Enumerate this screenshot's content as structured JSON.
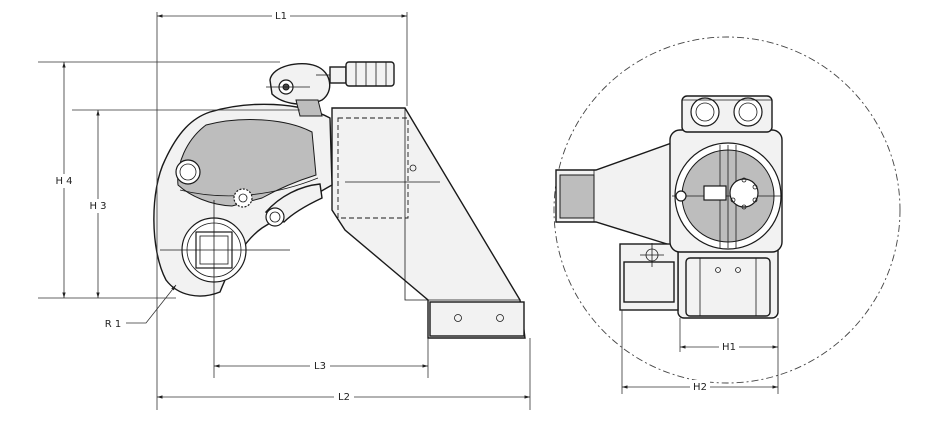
{
  "dimensions": {
    "L1": "L1",
    "L2": "L2",
    "L3": "L3",
    "H1": "H1",
    "H2": "H2",
    "H3": "H 3",
    "H4": "H 4",
    "R1": "R 1"
  }
}
